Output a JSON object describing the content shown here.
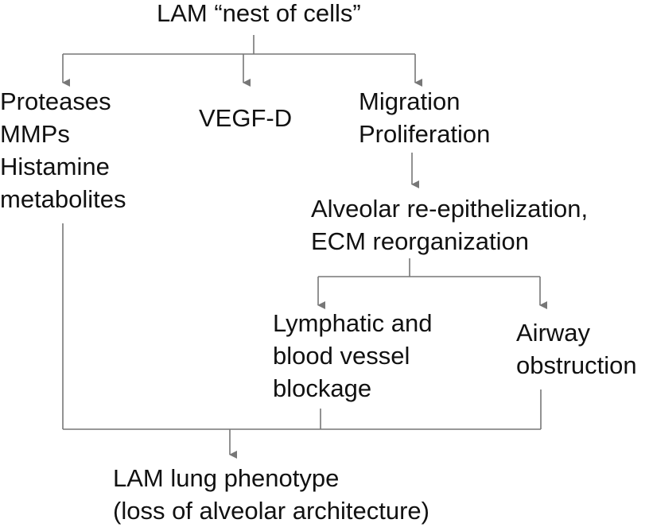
{
  "nodes": {
    "root": {
      "lines": [
        "LAM “nest of cells”"
      ]
    },
    "proteases": {
      "lines": [
        "Proteases",
        "MMPs",
        "Histamine",
        "metabolites"
      ]
    },
    "vegf": {
      "lines": [
        "VEGF-D"
      ]
    },
    "migration": {
      "lines": [
        "Migration",
        "Proliferation"
      ]
    },
    "alveolar": {
      "lines": [
        "Alveolar re-epithelization,",
        "ECM reorganization"
      ]
    },
    "lymphatic": {
      "lines": [
        "Lymphatic and",
        "blood vessel",
        "blockage"
      ]
    },
    "airway": {
      "lines": [
        "Airway",
        "obstruction"
      ]
    },
    "phenotype": {
      "lines": [
        "LAM lung phenotype",
        "(loss of alveolar architecture)"
      ]
    }
  },
  "colors": {
    "line": "#777777",
    "text": "#111111"
  }
}
